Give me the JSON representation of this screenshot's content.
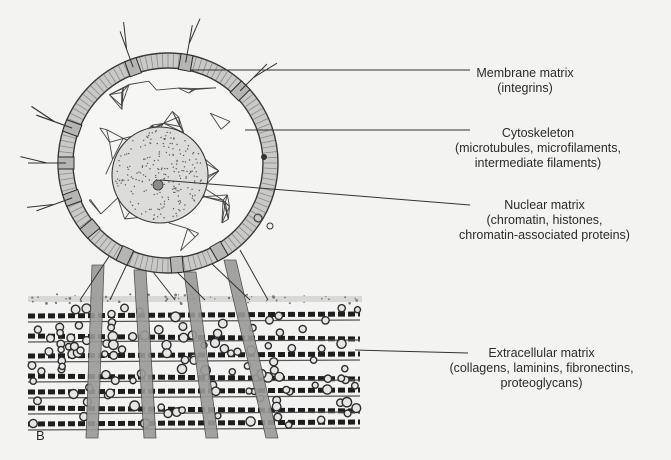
{
  "labels": {
    "membrane": {
      "line1": "Membrane matrix",
      "line2": "(integrins)"
    },
    "cytoskeleton": {
      "line1": "Cytoskeleton",
      "line2": "(microtubules, microfilaments,",
      "line3": "intermediate filaments)"
    },
    "nuclear": {
      "line1": "Nuclear matrix",
      "line2": "(chromatin, histones,",
      "line3": "chromatin-associated proteins)"
    },
    "ecm": {
      "line1": "Extracellular matrix",
      "line2": "(collagens, laminins, fibronectins,",
      "line3": "proteoglycans)"
    }
  },
  "panel_letter": "B",
  "colors": {
    "background": "#f3f3f1",
    "line": "#3a3a3a",
    "membrane_fill": "#c9c9c7",
    "fiber_fill": "#9a9a98",
    "dots": "#555555"
  }
}
